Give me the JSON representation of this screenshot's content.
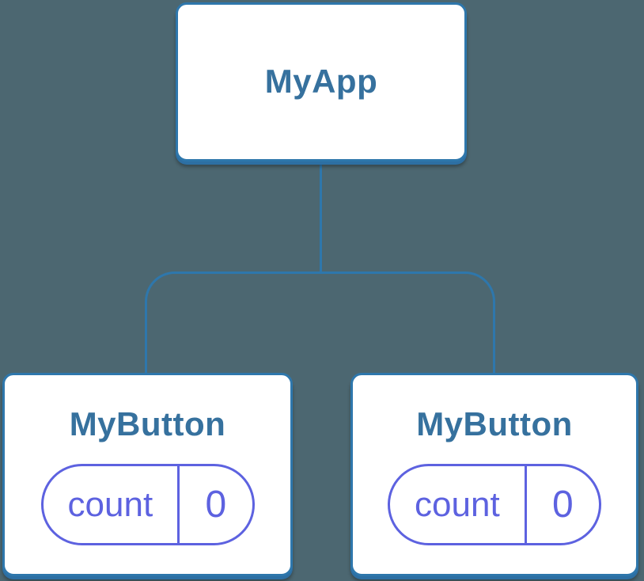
{
  "palette": {
    "background": "#4C6771",
    "connector_blue": "#2E77AC",
    "box_border_blue": "#2E77AC",
    "box_shadow_blue": "#2D6FA3",
    "component_title_blue": "#36719E",
    "state_purple": "#5D62E0",
    "box_fill": "#FFFFFF"
  },
  "diagram": {
    "root": {
      "label": "MyApp"
    },
    "children": [
      {
        "label": "MyButton",
        "state": {
          "key": "count",
          "value": "0"
        }
      },
      {
        "label": "MyButton",
        "state": {
          "key": "count",
          "value": "0"
        }
      }
    ]
  }
}
